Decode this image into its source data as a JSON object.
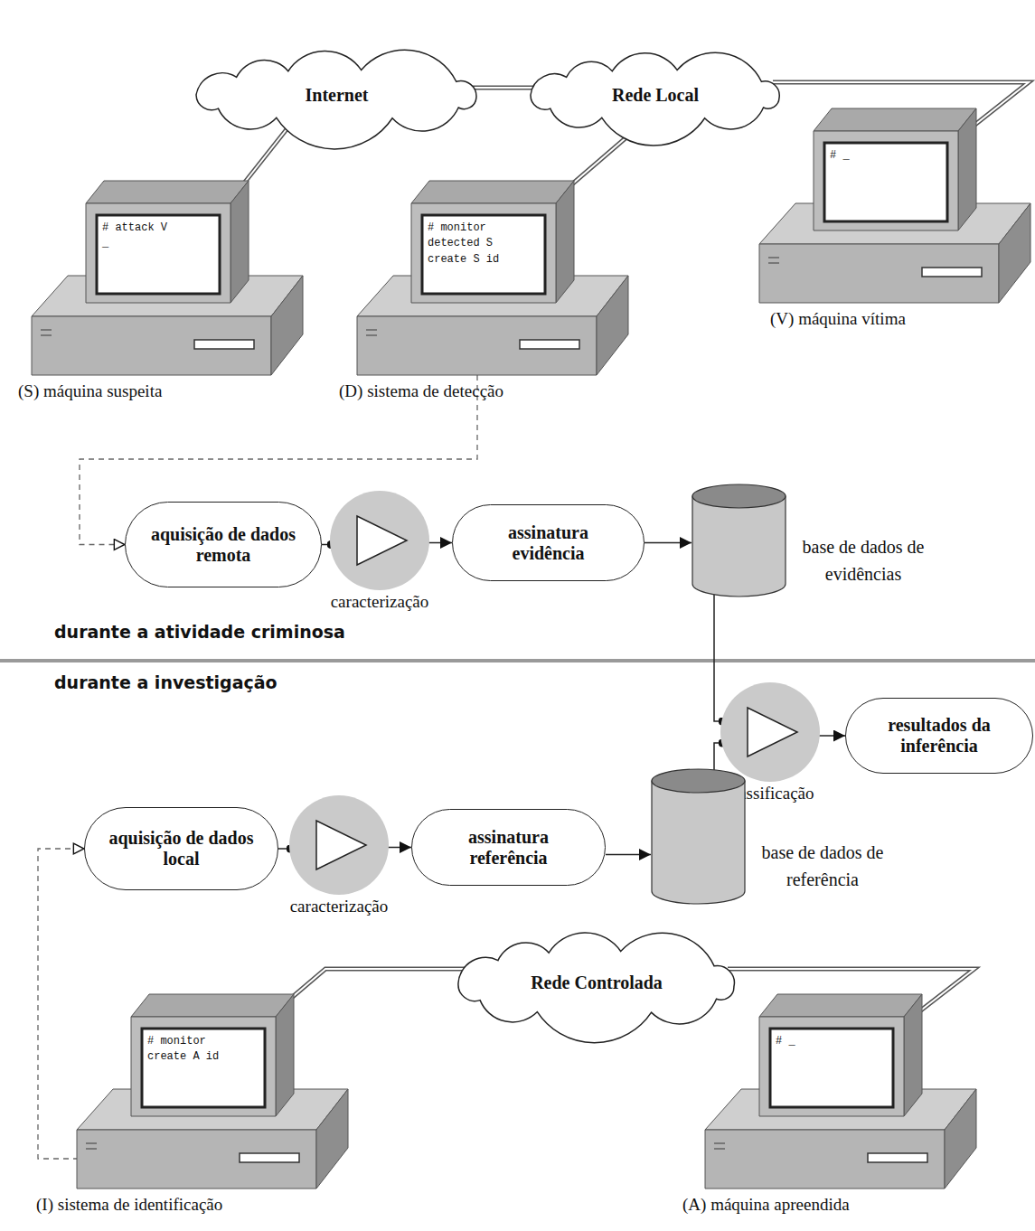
{
  "diagram": {
    "nodes": [
      {
        "text": [
          "Internet"
        ]
      },
      {
        "text": [
          "Rede Local"
        ]
      },
      {
        "text": [
          "# attack V _",
          "(S) máquina suspeita"
        ]
      },
      {
        "text": [
          "# monitor detected S create S id",
          "(D) sistema de detecção"
        ]
      },
      {
        "text": [
          "# _",
          "(V) máquina vítima"
        ]
      },
      {
        "text": [
          "aquisição de dados remota"
        ]
      },
      {
        "text": [
          "caracterização"
        ]
      },
      {
        "text": [
          "assinatura evidência"
        ]
      },
      {
        "text": [
          "base de dados de evidências"
        ]
      },
      {
        "text": [
          "classificação"
        ]
      },
      {
        "text": [
          "resultados da inferência"
        ]
      },
      {
        "text": [
          "aquisição de dados local"
        ]
      },
      {
        "text": [
          "caracterização"
        ]
      },
      {
        "text": [
          "assinatura referência"
        ]
      },
      {
        "text": [
          "base de dados de referência"
        ]
      },
      {
        "text": [
          "Rede Controlada"
        ]
      },
      {
        "text": [
          "# monitor create A id",
          "(I) sistema de identificação"
        ]
      },
      {
        "text": [
          "# _",
          "(A) máquina apreendida"
        ]
      }
    ],
    "edges": [
      {
        "from": 0,
        "to": 1,
        "arrow": "none"
      },
      {
        "from": 2,
        "to": 0,
        "arrow": "none"
      },
      {
        "from": 3,
        "to": 1,
        "arrow": "none"
      },
      {
        "from": 1,
        "to": 4,
        "arrow": "none"
      },
      {
        "from": 3,
        "to": 5,
        "arrow": "to"
      },
      {
        "from": 5,
        "to": 6,
        "arrow": "none"
      },
      {
        "from": 6,
        "to": 7,
        "arrow": "to"
      },
      {
        "from": 7,
        "to": 8,
        "arrow": "to"
      },
      {
        "from": 8,
        "to": 9,
        "arrow": "none"
      },
      {
        "from": 14,
        "to": 9,
        "arrow": "none"
      },
      {
        "from": 9,
        "to": 10,
        "arrow": "to"
      },
      {
        "from": 11,
        "to": 12,
        "arrow": "none"
      },
      {
        "from": 12,
        "to": 13,
        "arrow": "to"
      },
      {
        "from": 13,
        "to": 14,
        "arrow": "to"
      },
      {
        "from": 16,
        "to": 11,
        "arrow": "to"
      },
      {
        "from": 16,
        "to": 15,
        "arrow": "none"
      },
      {
        "from": 15,
        "to": 17,
        "arrow": "none"
      }
    ],
    "labels": [
      "durante a atividade criminosa",
      "durante a investigação"
    ]
  }
}
